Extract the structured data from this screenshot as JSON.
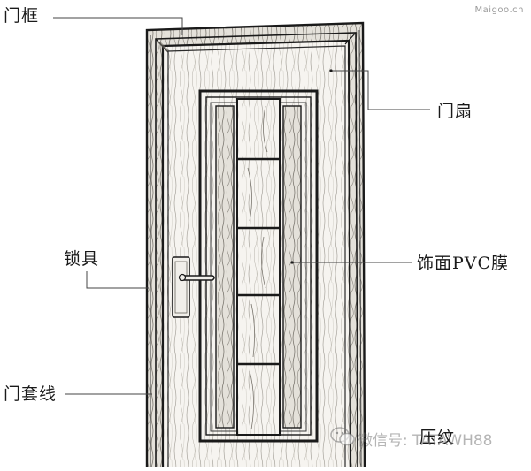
{
  "labels": {
    "door_frame": "门框",
    "door_leaf": "门扇",
    "lock": "锁具",
    "pvc_film": "饰面PVC膜",
    "door_trim": "门套线",
    "embossing": "压纹"
  },
  "watermarks": {
    "site": "Maigoo.cn",
    "wechat": "微信号: TATAWH88"
  },
  "icons": {
    "wechat": "wechat-icon"
  },
  "colors": {
    "ink": "#1a1a1a",
    "wood_light": "#f4f2ee",
    "watermark": "#9a9a9a"
  }
}
